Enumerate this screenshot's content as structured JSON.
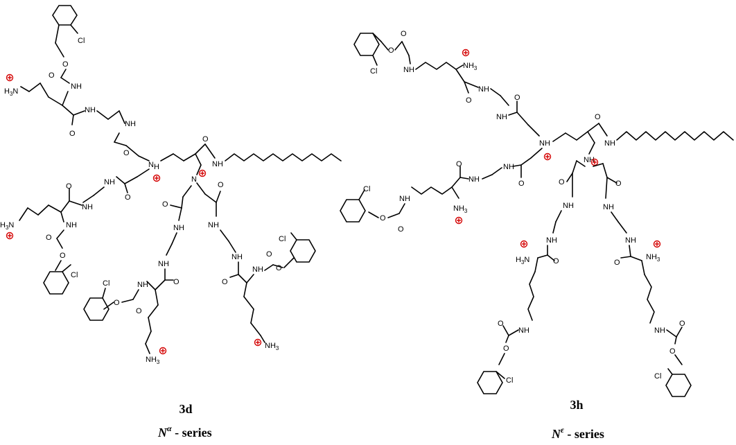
{
  "atoms": {
    "nh": "NH",
    "nh3": "NH3",
    "h3n": "H3N",
    "n": "N",
    "o": "O",
    "cl": "Cl"
  },
  "compounds": [
    {
      "id": "3d",
      "series_symbol": "N",
      "series_superscript": "α",
      "series_text": " - series"
    },
    {
      "id": "3h",
      "series_symbol": "N",
      "series_superscript": "ε",
      "series_text": " - series"
    }
  ],
  "colors": {
    "bond": "#000000",
    "charge": "#d40000"
  }
}
